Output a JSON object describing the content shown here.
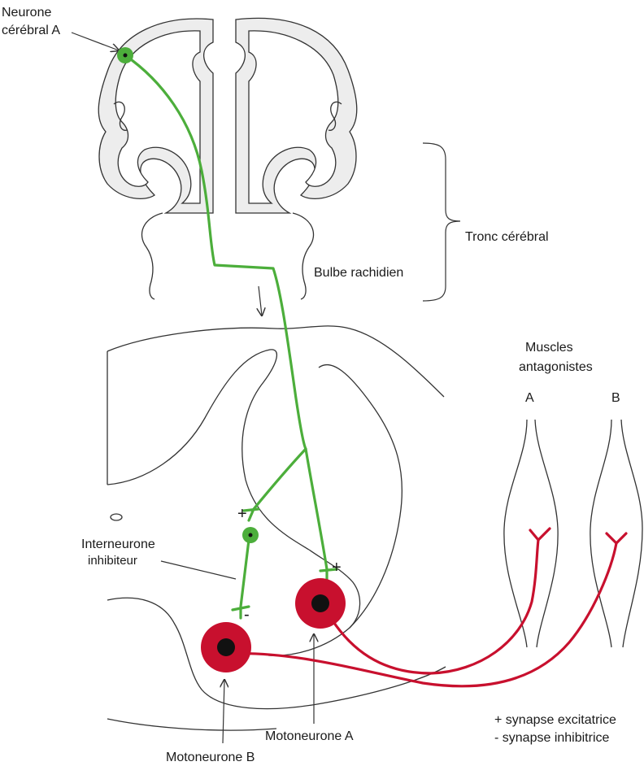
{
  "labels": {
    "neurone_cerebral": [
      "Neurone",
      "cérébral A"
    ],
    "tronc_cerebral": "Tronc cérébral",
    "bulbe_rachidien": "Bulbe rachidien",
    "muscles": [
      "Muscles",
      "antagonistes"
    ],
    "muscle_a": "A",
    "muscle_b": "B",
    "interneurone": [
      "Interneurone",
      "inhibiteur"
    ],
    "motoneurone_a": "Motoneurone A",
    "motoneurone_b": "Motoneurone B",
    "sign_plus": "+",
    "sign_minus": "-"
  },
  "legend": {
    "excitatrice": "+ synapse excitatrice",
    "inhibitrice": "- synapse inhibitrice"
  },
  "colors": {
    "excitatory_pathway": "#4cae3b",
    "motor_neuron": "#c8102e",
    "outline": "#333333",
    "brain_fill": "#ededed"
  }
}
